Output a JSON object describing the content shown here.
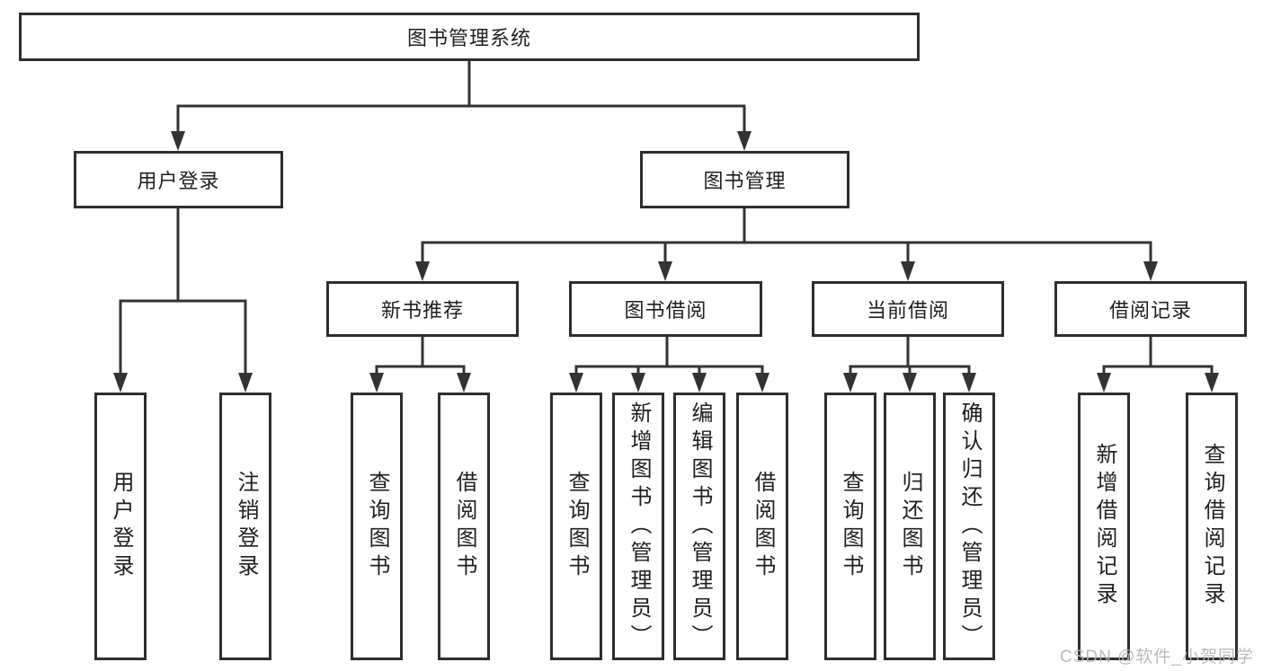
{
  "diagram_type": "hierarchy-tree",
  "colors": {
    "background": "#ffffff",
    "box_border": "#2e2e2e",
    "connector_line": "#333333",
    "text": "#1f1f1f",
    "watermark_text": "#b4b4b4"
  },
  "nodes": {
    "root": "图书管理系统",
    "level2": {
      "user_login": "用户登录",
      "book_mgmt": "图书管理"
    },
    "level3": {
      "new_books": "新书推荐",
      "book_borrow": "图书借阅",
      "current_borrow": "当前借阅",
      "borrow_records": "借阅记录"
    },
    "leaves": {
      "user_login_children": {
        "login": "用户登录",
        "logout": "注销登录"
      },
      "new_books_children": {
        "query_books": "查询图书",
        "borrow_books": "借阅图书"
      },
      "book_borrow_children": {
        "query_books": "查询图书",
        "add_books": "新增图书（管理员）",
        "edit_books": "编辑图书（管理员）",
        "borrow_books": "借阅图书"
      },
      "current_borrow_children": {
        "query_books": "查询图书",
        "return_books": "归还图书",
        "confirm_return": "确认归还（管理员）"
      },
      "borrow_records_children": {
        "add_record": "新增借阅记录",
        "query_record": "查询借阅记录"
      }
    }
  },
  "edges": [
    [
      "root",
      "user_login"
    ],
    [
      "root",
      "book_mgmt"
    ],
    [
      "user_login",
      "login"
    ],
    [
      "user_login",
      "logout"
    ],
    [
      "book_mgmt",
      "new_books"
    ],
    [
      "book_mgmt",
      "book_borrow"
    ],
    [
      "book_mgmt",
      "current_borrow"
    ],
    [
      "book_mgmt",
      "borrow_records"
    ],
    [
      "new_books",
      "query_books"
    ],
    [
      "new_books",
      "borrow_books"
    ],
    [
      "book_borrow",
      "query_books"
    ],
    [
      "book_borrow",
      "add_books"
    ],
    [
      "book_borrow",
      "edit_books"
    ],
    [
      "book_borrow",
      "borrow_books"
    ],
    [
      "current_borrow",
      "query_books"
    ],
    [
      "current_borrow",
      "return_books"
    ],
    [
      "current_borrow",
      "confirm_return"
    ],
    [
      "borrow_records",
      "add_record"
    ],
    [
      "borrow_records",
      "query_record"
    ]
  ],
  "watermark": "CSDN @软件_小贺同学"
}
